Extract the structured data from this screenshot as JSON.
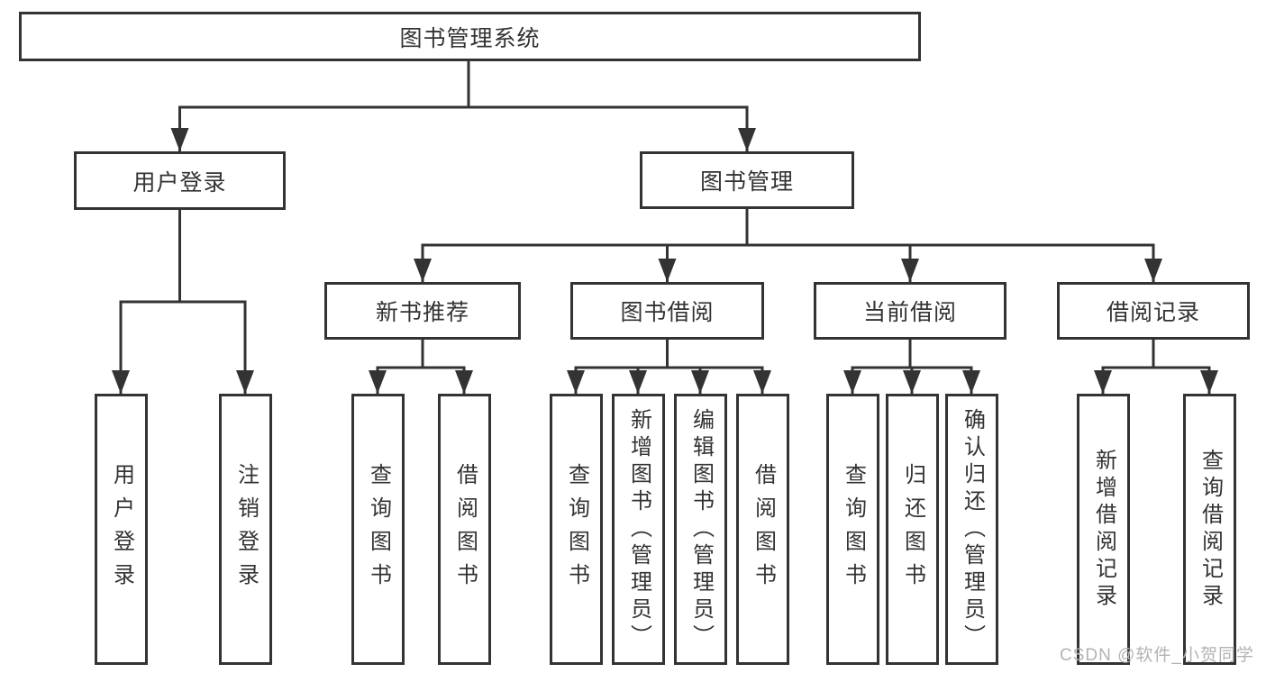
{
  "tree": {
    "label": "图书管理系统",
    "children": [
      {
        "label": "用户登录",
        "children": [
          {
            "label": "用户登录"
          },
          {
            "label": "注销登录"
          }
        ]
      },
      {
        "label": "图书管理",
        "children": [
          {
            "label": "新书推荐",
            "children": [
              {
                "label": "查询图书"
              },
              {
                "label": "借阅图书"
              }
            ]
          },
          {
            "label": "图书借阅",
            "children": [
              {
                "label": "查询图书"
              },
              {
                "label": "新增图书（管理员）"
              },
              {
                "label": "编辑图书（管理员）"
              },
              {
                "label": "借阅图书"
              }
            ]
          },
          {
            "label": "当前借阅",
            "children": [
              {
                "label": "查询图书"
              },
              {
                "label": "归还图书"
              },
              {
                "label": "确认归还（管理员）"
              }
            ]
          },
          {
            "label": "借阅记录",
            "children": [
              {
                "label": "新增借阅记录"
              },
              {
                "label": "查询借阅记录"
              }
            ]
          }
        ]
      }
    ]
  },
  "watermark": "CSDN @软件_小贺同学",
  "colors": {
    "line": "#333333",
    "text": "#333333",
    "watermark_text": "#b3b3b3",
    "background": "#ffffff"
  }
}
